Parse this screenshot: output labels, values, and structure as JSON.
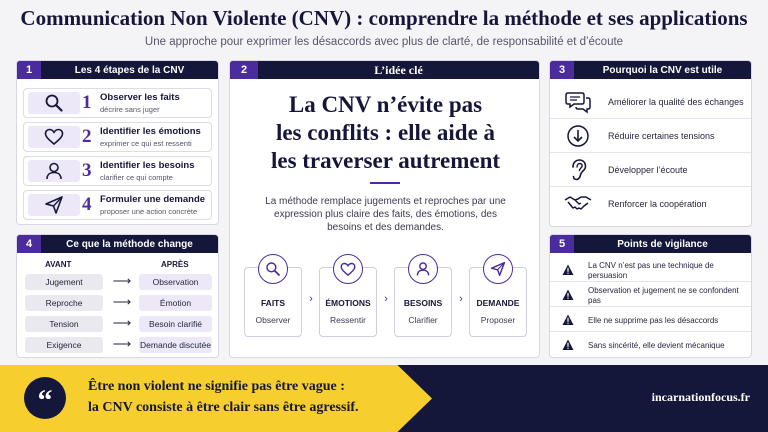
{
  "header": {
    "title": "Communication Non Violente (CNV) : comprendre la méthode et ses applications",
    "subtitle": "Une approche pour exprimer les désaccords avec plus de clarté, de responsabilité et d’écoute"
  },
  "panel1": {
    "number": "1",
    "title": "Les 4 étapes de la CNV",
    "steps": [
      {
        "num": "1",
        "title": "Observer les faits",
        "sub": "décrire sans juger",
        "icon": "magnifier-icon"
      },
      {
        "num": "2",
        "title": "Identifier les émotions",
        "sub": "exprimer ce qui est ressenti",
        "icon": "heart-icon"
      },
      {
        "num": "3",
        "title": "Identifier les besoins",
        "sub": "clarifier ce qui compte",
        "icon": "person-icon"
      },
      {
        "num": "4",
        "title": "Formuler une demande",
        "sub": "proposer une action concrète",
        "icon": "paper-plane-icon"
      }
    ]
  },
  "panel4": {
    "number": "4",
    "title": "Ce que la méthode change",
    "before_label": "AVANT",
    "after_label": "APRÈS",
    "rows": [
      {
        "before": "Jugement",
        "arrow": "⟶",
        "after": "Observation"
      },
      {
        "before": "Reproche",
        "arrow": "⟶",
        "after": "Émotion"
      },
      {
        "before": "Tension",
        "arrow": "⟶",
        "after": "Besoin clarifié"
      },
      {
        "before": "Exigence",
        "arrow": "⟶",
        "after": "Demande discutée"
      }
    ]
  },
  "panel2": {
    "number": "2",
    "title": "L’idée clé",
    "headline": [
      "La CNV n’évite pas",
      "les conflits : elle aide à",
      "les traverser autrement"
    ],
    "description": "La méthode remplace jugements et reproches par une expression plus claire des faits, des émotions, des besoins et des demandes.",
    "flow": [
      {
        "title": "FAITS",
        "sub": "Observer",
        "icon": "magnifier-icon"
      },
      {
        "title": "ÉMOTIONS",
        "sub": "Ressentir",
        "icon": "heart-icon"
      },
      {
        "title": "BESOINS",
        "sub": "Clarifier",
        "icon": "person-icon"
      },
      {
        "title": "DEMANDE",
        "sub": "Proposer",
        "icon": "paper-plane-icon"
      }
    ]
  },
  "panel3": {
    "number": "3",
    "title": "Pourquoi la CNV est utile",
    "items": [
      {
        "text": "Améliorer la qualité des échanges",
        "icon": "chat-bubbles-icon"
      },
      {
        "text": "Réduire certaines tensions",
        "icon": "down-arrow-circle-icon"
      },
      {
        "text": "Développer l’écoute",
        "icon": "ear-icon"
      },
      {
        "text": "Renforcer la coopération",
        "icon": "handshake-icon"
      }
    ]
  },
  "panel5": {
    "number": "5",
    "title": "Points de vigilance",
    "items": [
      {
        "text": "La CNV n’est pas une technique de persuasion"
      },
      {
        "text": "Observation et jugement ne se confondent pas"
      },
      {
        "text": "Elle ne supprime pas les désaccords"
      },
      {
        "text": "Sans sincérité, elle devient mécanique"
      }
    ]
  },
  "footer": {
    "quote_mark": "“",
    "line1": "Être non violent ne signifie pas être vague :",
    "line2": "la CNV consiste à être clair sans être agressif.",
    "site": "incarnationfocus.fr"
  },
  "colors": {
    "navy": "#15173a",
    "purple": "#4b2c9c",
    "yellow": "#f6cf2e",
    "lavender": "#ece8f7"
  }
}
